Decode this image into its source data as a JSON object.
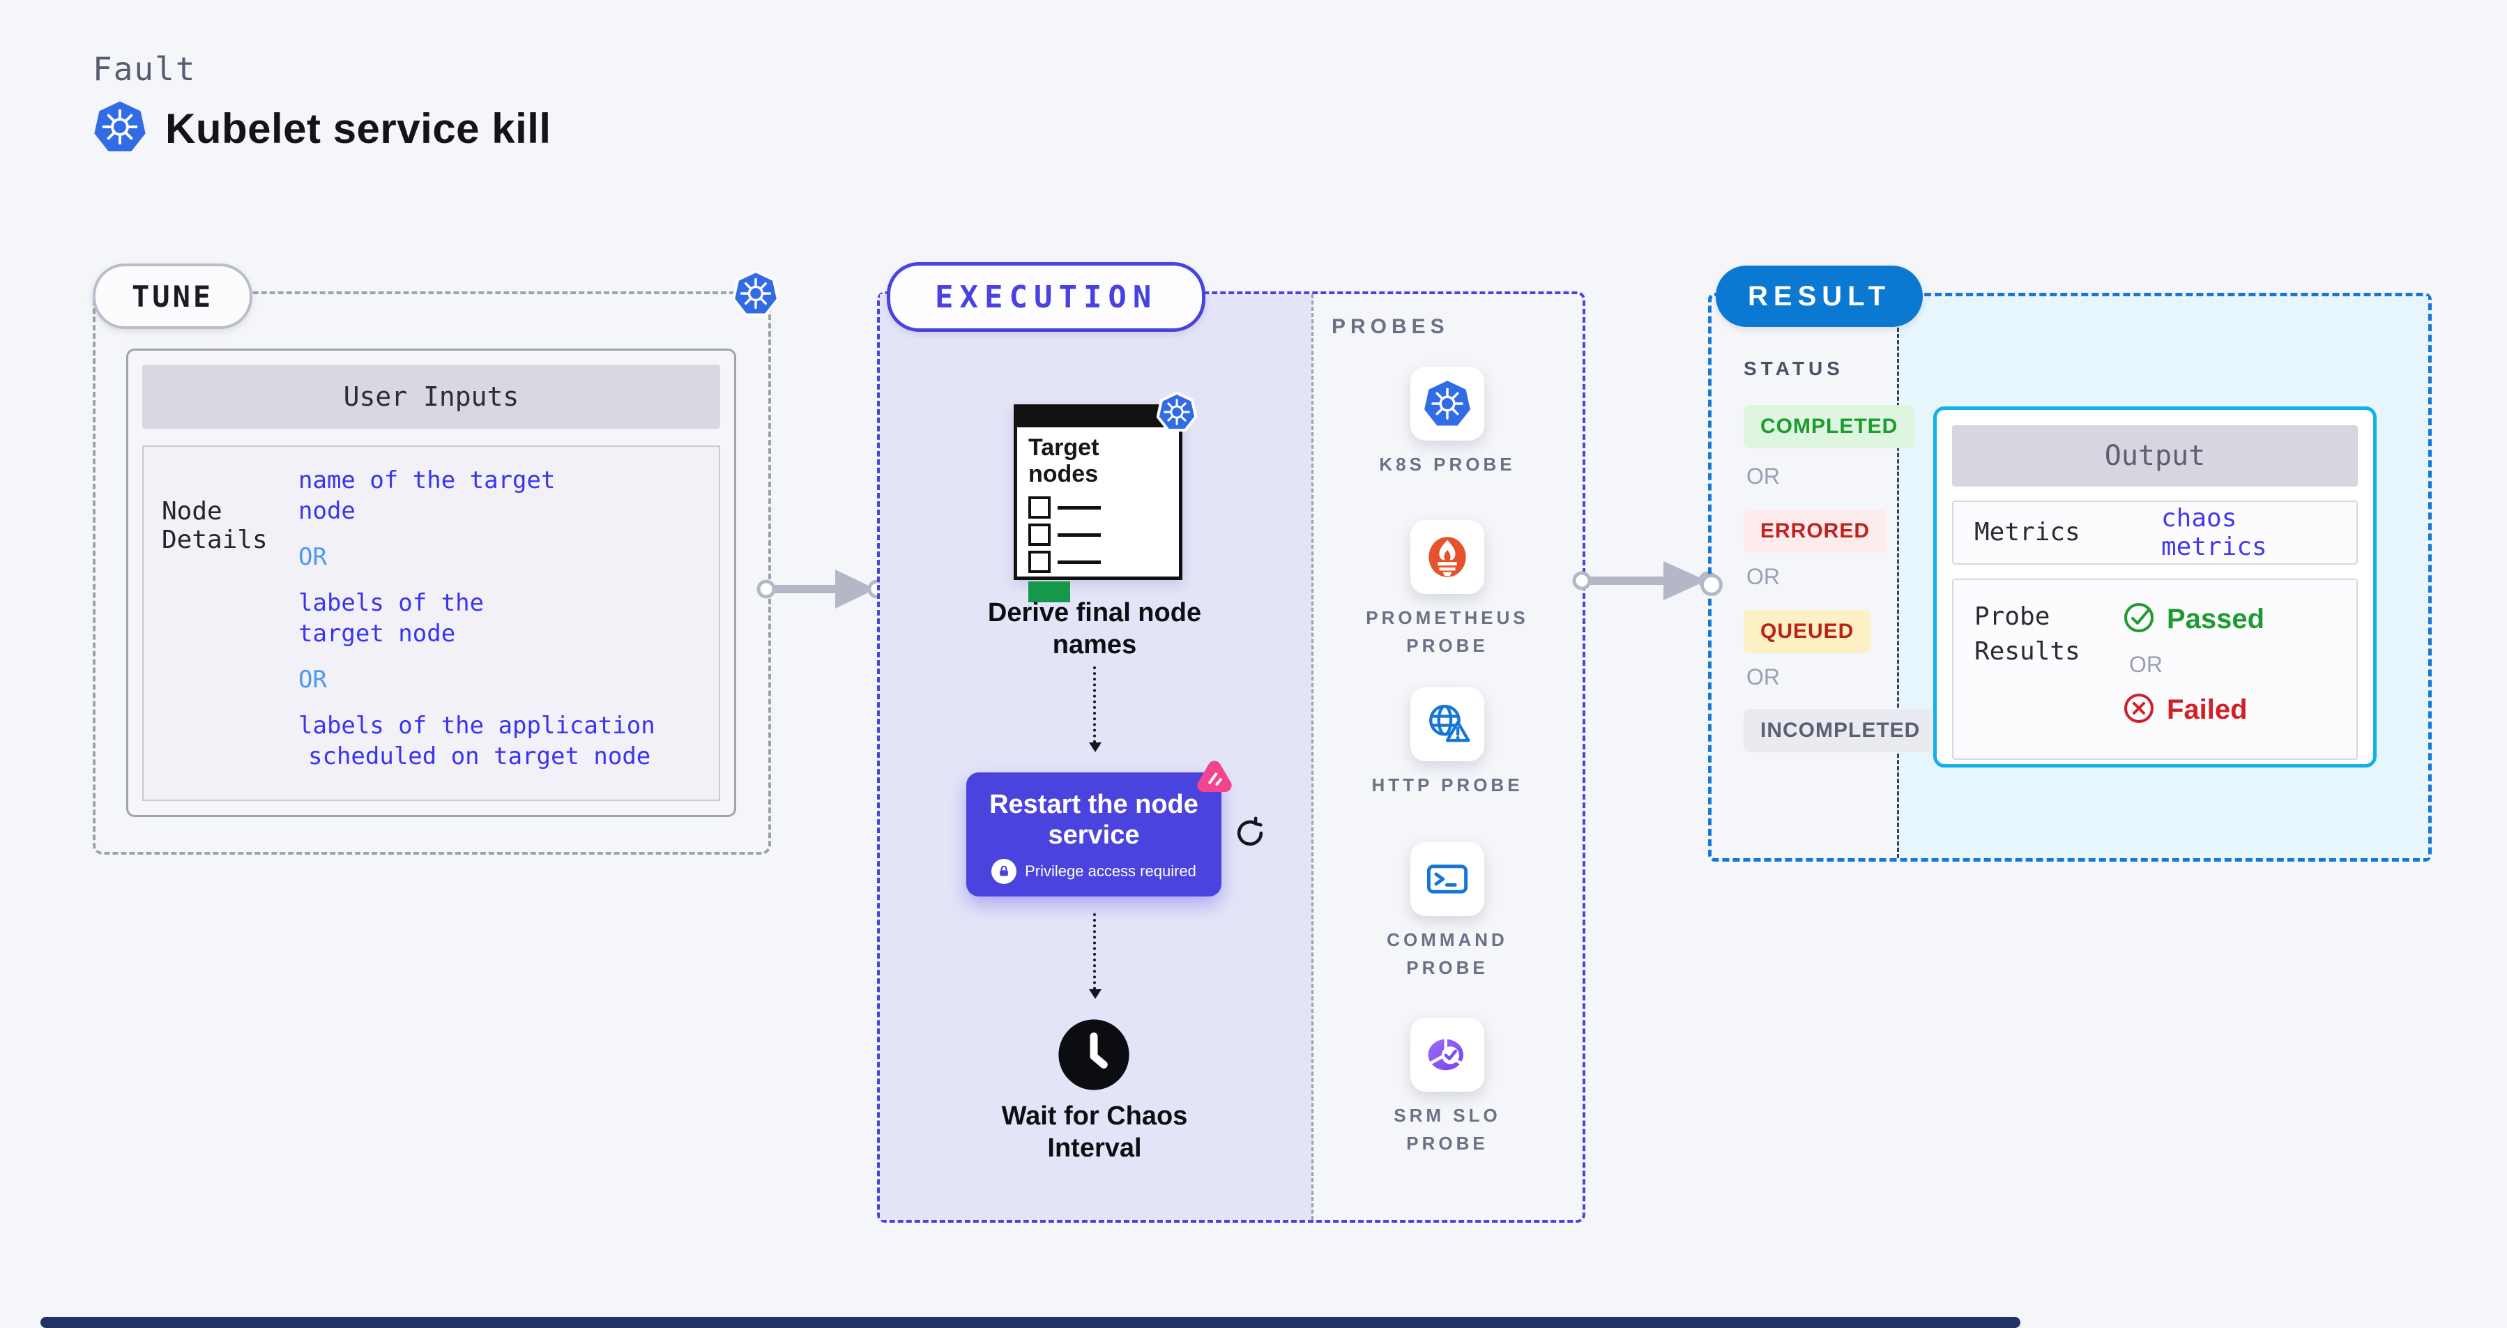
{
  "header": {
    "kicker": "Fault",
    "title": "Kubelet service kill"
  },
  "tune": {
    "pill": "TUNE",
    "table_title": "User Inputs",
    "row_label": "Node Details",
    "or": "OR",
    "values": [
      {
        "lines": [
          "name of the target",
          "node"
        ]
      },
      {
        "lines": [
          "labels of the",
          "target node"
        ]
      },
      {
        "lines": [
          "labels of the application",
          "scheduled on target node"
        ]
      }
    ]
  },
  "execution": {
    "pill": "EXECUTION",
    "target_card_title": "Target nodes",
    "step_derive": "Derive final node names",
    "action_title": "Restart the node service",
    "action_badge": "Privilege access required",
    "step_wait": "Wait for Chaos Interval",
    "probes_title": "PROBES",
    "probes": [
      {
        "label": "K8S PROBE",
        "icon": "kubernetes-icon"
      },
      {
        "label": "PROMETHEUS PROBE",
        "icon": "prometheus-icon"
      },
      {
        "label": "HTTP PROBE",
        "icon": "http-globe-icon"
      },
      {
        "label": "COMMAND PROBE",
        "icon": "terminal-icon"
      },
      {
        "label": "SRM SLO PROBE",
        "icon": "slo-pie-icon"
      }
    ]
  },
  "result": {
    "pill": "RESULT",
    "status_title": "STATUS",
    "or": "OR",
    "statuses": [
      {
        "label": "COMPLETED",
        "bg": "#def5df",
        "color": "#1d9b2f"
      },
      {
        "label": "ERRORED",
        "bg": "#fdecec",
        "color": "#c2221f"
      },
      {
        "label": "QUEUED",
        "bg": "#fcf1c4",
        "color": "#bf2016"
      },
      {
        "label": "INCOMPLETED",
        "bg": "#eaeaf1",
        "color": "#5b5f72"
      }
    ],
    "output": {
      "title": "Output",
      "metrics_label": "Metrics",
      "metrics_value": "chaos metrics",
      "probe_label": "Probe Results",
      "passed": "Passed",
      "or": "OR",
      "failed": "Failed"
    }
  },
  "colors": {
    "page_bg": "#f5f6fa",
    "execution_accent": "#4843df",
    "execution_fill": "#e4e4f8",
    "result_accent": "#1378d8",
    "result_fill": "#e7f5fd",
    "output_border": "#12b1e8",
    "action_button": "#4a43dd",
    "kubernetes_blue": "#326ce5",
    "prometheus_orange": "#e6522c",
    "chaos_pink": "#f1458e",
    "value_text": "#3a34ef",
    "or_text_blue": "#4f98f2",
    "arrow_gray": "#b4b7c5"
  }
}
